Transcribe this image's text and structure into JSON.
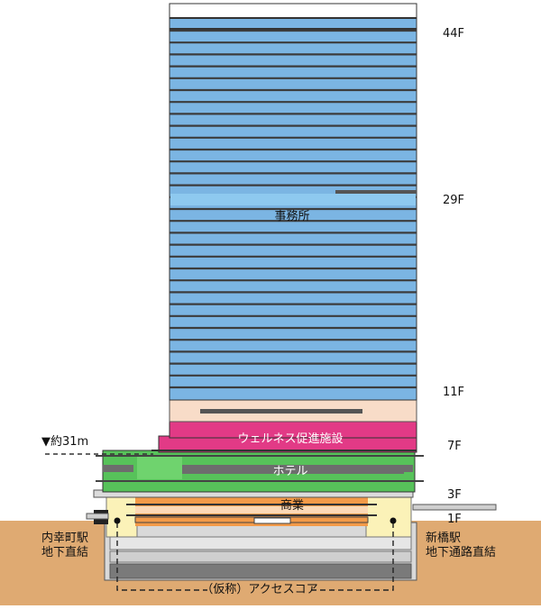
{
  "floors": {
    "top": "44F",
    "mid": "29F",
    "low": "11F",
    "f7": "7F",
    "f3": "3F",
    "f1": "1F"
  },
  "zones": {
    "office": "事務所",
    "wellness": "ウェルネス促進施設",
    "hotel": "ホテル",
    "commercial": "商業"
  },
  "height_marker": "▼約31m",
  "stations": {
    "left": [
      "内幸町駅",
      "地下直結"
    ],
    "right": [
      "新橋駅",
      "地下通路直結"
    ]
  },
  "access_core": "（仮称）アクセスコア",
  "colors": {
    "office": "#7bb5e3",
    "office_line": "#3c3c3c",
    "roof": "#ffffff",
    "mechanical": "#f8dcc8",
    "wellness": "#e23a86",
    "hotel": "#57c25a",
    "commercial": "#f39a48",
    "core": "#fbf2b8",
    "ground": "#dfaa72",
    "basement": "#d9d9d9",
    "basement_dark": "#7a7a7a"
  }
}
